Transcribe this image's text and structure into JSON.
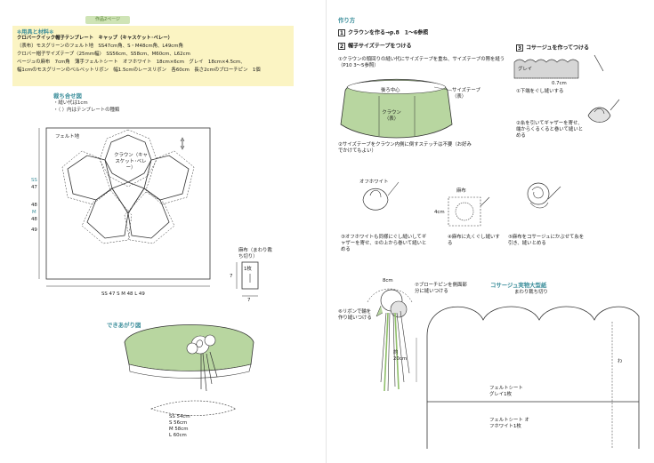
{
  "left": {
    "tag": "作品2ページ",
    "materials": {
      "title": "✻用具と材料✻",
      "lines": [
        "クロバークイック帽子テンプレート　キャップ（キャスケット･ベレー）",
        "〔表布〕モスグリーンのフェルト地　SS47cm角、S・M48cm角、L49cm角",
        "クロバー帽子サイズテープ〈25mm幅〉　SS56cm、S58cm、M60cm、L62cm",
        "ベージュの麻布　7cm角　薄手フェルトシート　オフホワイト　18cm×6cm　グレイ　18cm×4.5cm、",
        "幅1cmのモスグリーンのベルベットリボン　幅1.5cmのレースリボン　各60cm　長さ2cmのブローチピン　1個"
      ]
    },
    "layout": {
      "title": "裁ち合せ図",
      "note1": "・縫い代は1cm",
      "note2": "・（ ）内はテンプレートの種類",
      "fabric_label": "フェルト地",
      "crown_label": "クラウン（キャスケット･ベレー）",
      "side_sizes": [
        "SS",
        "47",
        "48",
        "M",
        "48",
        "49"
      ],
      "bottom_sizes": "SS 47  S M 48  L 49",
      "small_label": "麻布（まわり裁ち切り）",
      "small_count": "1枚",
      "small_side": "7",
      "small_bottom": "7"
    },
    "finished": {
      "title": "できあがり図",
      "sizes": [
        "SS 54cm",
        "S 56cm",
        "M 58cm",
        "L 60cm"
      ]
    }
  },
  "right": {
    "title": "作り方",
    "step1": "クラウンを作る→p.8　1〜6参照",
    "step2": "帽子サイズテープをつける",
    "step2_note1": "①クラウンの頭回りの縫い代にサイズテープを重ね、サイズテープの際を縫う（P10 3〜5参照）",
    "back_center": "後ろ中心",
    "size_tape": "サイズテープ（表）",
    "crown_front": "クラウン（表）",
    "step2_note2": "②サイズテープをクラウン内側に倒すステッチは不要（お好みでかけてもよい）",
    "step3": "コサージュを作ってつける",
    "gray_label": "グレイ",
    "gray_size": "0.7cm",
    "note_c1": "①下端をぐし縫いする",
    "note_c2": "②糸を引いてギャザーを寄せ、端からくるくると巻いて縫いとめる",
    "offwhite": "オフホワイト",
    "asa": "麻布",
    "asa_size": "4cm",
    "note_c3": "③オフホワイトも同様にぐし縫いしてギャザーを寄せ、②の上から巻いて縫いとめる",
    "note_c4": "④麻布に丸くぐし縫いする",
    "note_c5": "⑤麻布をコサージュにかぶせて糸を引き、縫いとめる",
    "eight_cm": "8cm",
    "note_c6": "⑥リボンで輪を作り縫いつける",
    "note_c7": "⑦ブローチピンを側面部分に縫いつける",
    "approx_20": "約20cm",
    "pattern_title": "コサージュ実物大型紙",
    "pattern_sub": "まわり裁ち切り",
    "wa": "わ",
    "felt_gray": "フェルトシート グレイ1枚",
    "felt_white": "フェルトシート オフホワイト1枚"
  }
}
